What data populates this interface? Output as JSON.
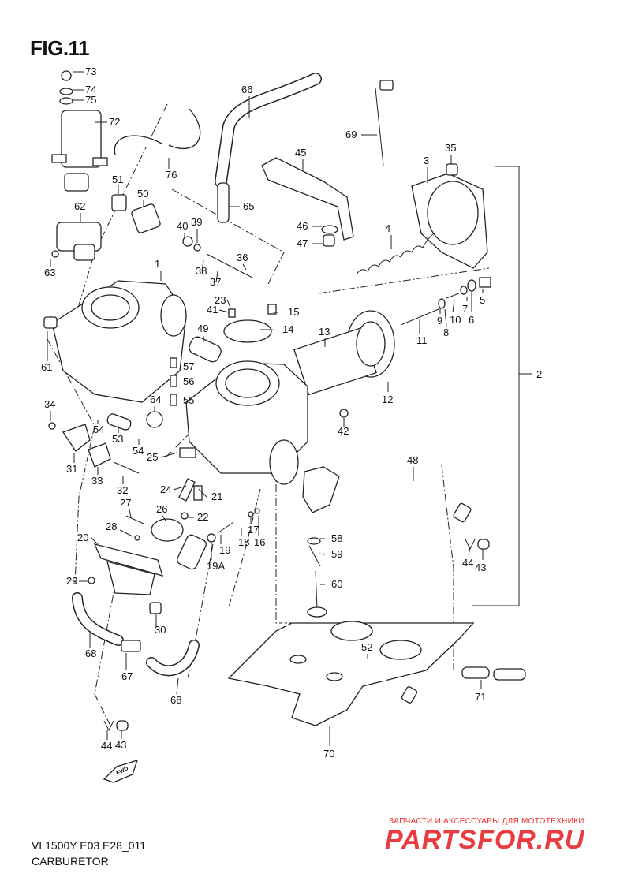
{
  "figure": {
    "title": "FIG.11",
    "model_code": "VL1500Y E03 E28_011",
    "section_name": "CARBURETOR",
    "fwd_marker": "FWD"
  },
  "watermark": {
    "tagline": "ЗАПЧАСТИ И АКСЕССУАРЫ ДЛЯ МОТОТЕХНИКИ",
    "logo_text": "PARTSFOR.RU",
    "color": "#e8262c"
  },
  "part_labels": [
    "73",
    "74",
    "75",
    "72",
    "51",
    "76",
    "66",
    "69",
    "50",
    "62",
    "63",
    "45",
    "3",
    "35",
    "65",
    "46",
    "47",
    "4",
    "40",
    "39",
    "36",
    "38",
    "37",
    "1",
    "5",
    "23",
    "41",
    "15",
    "7",
    "6",
    "10",
    "9",
    "8",
    "11",
    "49",
    "14",
    "13",
    "12",
    "2",
    "61",
    "57",
    "56",
    "55",
    "64",
    "34",
    "54",
    "53",
    "42",
    "48",
    "31",
    "33",
    "32",
    "25",
    "54",
    "24",
    "21",
    "27",
    "26",
    "22",
    "17",
    "16",
    "18",
    "19",
    "19A",
    "28",
    "20",
    "58",
    "59",
    "44",
    "43",
    "29",
    "60",
    "30",
    "52",
    "68",
    "67",
    "68",
    "71",
    "70",
    "44",
    "43"
  ]
}
